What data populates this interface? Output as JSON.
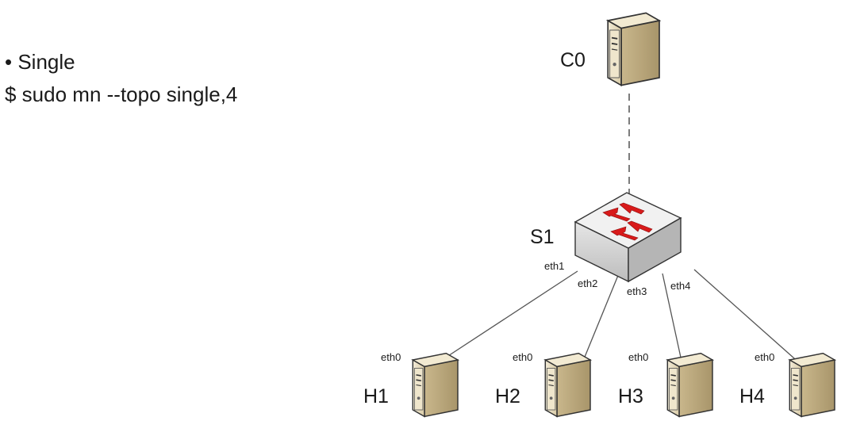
{
  "slide": {
    "bullet_text": "• Single",
    "command_text": "$ sudo mn --topo single,4"
  },
  "diagram": {
    "controller": {
      "label": "C0",
      "icon": "server-icon"
    },
    "switch": {
      "label": "S1",
      "icon": "switch-icon"
    },
    "switch_ports": [
      "eth1",
      "eth2",
      "eth3",
      "eth4"
    ],
    "hosts": [
      {
        "label": "H1",
        "port": "eth0",
        "icon": "server-icon"
      },
      {
        "label": "H2",
        "port": "eth0",
        "icon": "server-icon"
      },
      {
        "label": "H3",
        "port": "eth0",
        "icon": "server-icon"
      },
      {
        "label": "H4",
        "port": "eth0",
        "icon": "server-icon"
      }
    ],
    "colors": {
      "server_body": "#e7dcc0",
      "switch_body": "#dcdcdc",
      "arrow": "#d81a1a",
      "line": "#555555"
    }
  }
}
